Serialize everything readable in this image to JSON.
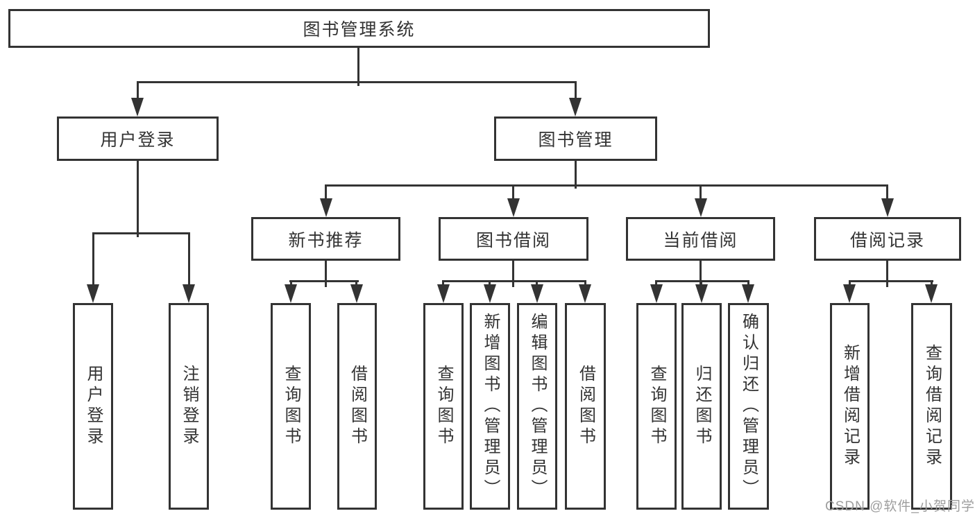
{
  "colors": {
    "line": "#333333",
    "text": "#333333",
    "background": "#ffffff",
    "watermark": "#9e9e9e"
  },
  "watermark": {
    "text": "CSDN @软件_小贺同学"
  },
  "tree": {
    "root": {
      "label": "图书管理系统"
    },
    "branches": [
      {
        "label": "用户登录",
        "children": [
          {
            "label": "用户登录"
          },
          {
            "label": "注销登录"
          }
        ]
      },
      {
        "label": "图书管理",
        "children": [
          {
            "label": "新书推荐",
            "children": [
              {
                "label": "查询图书"
              },
              {
                "label": "借阅图书"
              }
            ]
          },
          {
            "label": "图书借阅",
            "children": [
              {
                "label": "查询图书"
              },
              {
                "label": "新增图书（管理员）"
              },
              {
                "label": "编辑图书（管理员）"
              },
              {
                "label": "借阅图书"
              }
            ]
          },
          {
            "label": "当前借阅",
            "children": [
              {
                "label": "查询图书"
              },
              {
                "label": "归还图书"
              },
              {
                "label": "确认归还（管理员）"
              }
            ]
          },
          {
            "label": "借阅记录",
            "children": [
              {
                "label": "新增借阅记录"
              },
              {
                "label": "查询借阅记录"
              }
            ]
          }
        ]
      }
    ]
  }
}
